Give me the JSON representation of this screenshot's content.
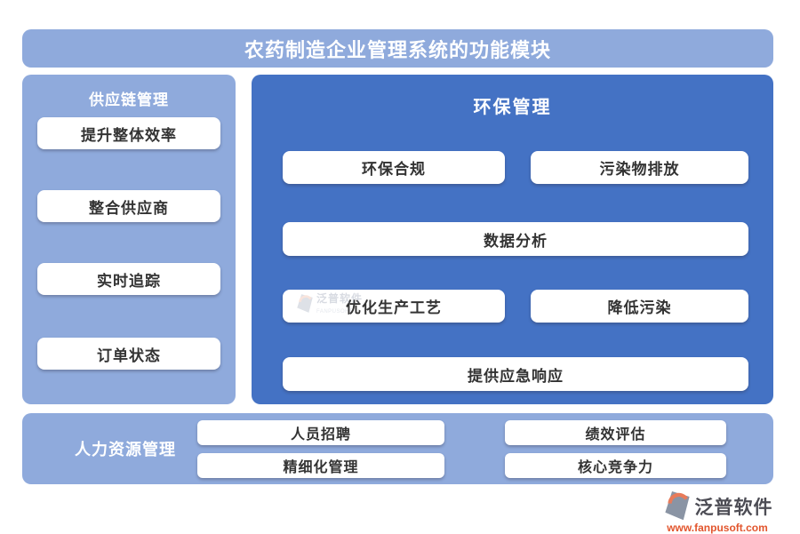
{
  "title": "农药制造企业管理系统的功能模块",
  "colors": {
    "light_blue": "#8FAADC",
    "dark_blue": "#4472C4",
    "button_bg": "#FFFFFF",
    "button_text": "#333333",
    "header_text": "#FFFFFF",
    "brand_orange": "#E2552D",
    "brand_gray": "#4D4D55"
  },
  "supply_chain": {
    "title": "供应链管理",
    "items": [
      {
        "label": "提升整体效率"
      },
      {
        "label": "整合供应商"
      },
      {
        "label": "实时追踪"
      },
      {
        "label": "订单状态"
      }
    ]
  },
  "environment": {
    "title": "环保管理",
    "watermark_brand": "泛普软件",
    "watermark_sub": "FANPUSOFT",
    "items": [
      {
        "label": "环保合规"
      },
      {
        "label": "污染物排放"
      },
      {
        "label": "数据分析"
      },
      {
        "label": "优化生产工艺"
      },
      {
        "label": "降低污染"
      },
      {
        "label": "提供应急响应"
      }
    ]
  },
  "hr": {
    "title": "人力资源管理",
    "items": [
      {
        "label": "人员招聘"
      },
      {
        "label": "绩效评估"
      },
      {
        "label": "精细化管理"
      },
      {
        "label": "核心竞争力"
      }
    ]
  },
  "footer": {
    "brand": "泛普软件",
    "url": "www.fanpusoft.com"
  }
}
